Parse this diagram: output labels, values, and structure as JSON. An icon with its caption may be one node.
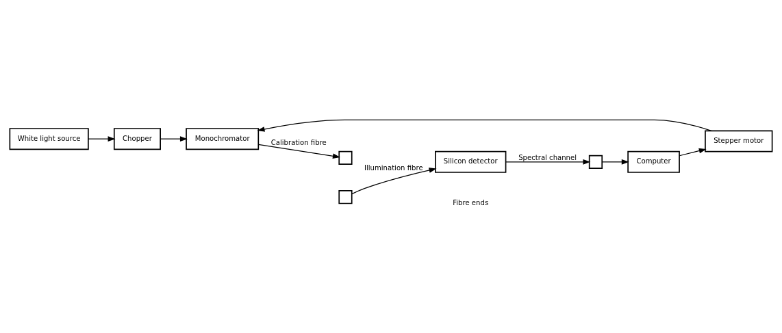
{
  "diagram": {
    "nodes": [
      {
        "text": [
          "White light source"
        ]
      },
      {
        "text": [
          "Chopper"
        ]
      },
      {
        "text": [],
        "shape": "box"
      },
      {
        "text": [
          "Computer"
        ]
      },
      {
        "text": [
          "Stepper motor"
        ]
      },
      {
        "text": [
          "Monochromator"
        ]
      },
      {
        "text": [
          "Silicon detector"
        ]
      },
      {
        "text": [],
        "shape": "box"
      },
      {
        "text": [],
        "shape": "box"
      }
    ],
    "edges": [
      {
        "from": 0,
        "to": 1,
        "arrow": "to"
      },
      {
        "from": 1,
        "to": 5,
        "arrow": "to"
      },
      {
        "from": 2,
        "to": 3,
        "arrow": "to"
      },
      {
        "from": 3,
        "to": 4,
        "arrow": "to"
      },
      {
        "from": 4,
        "to": 5,
        "arrow": "to"
      },
      {
        "from": 5,
        "to": 8,
        "arrow": "to",
        "label": "Calibration fibre"
      },
      {
        "from": 7,
        "to": 6,
        "arrow": "to",
        "label": "Illumination fibre"
      },
      {
        "from": 6,
        "to": 2,
        "arrow": "to",
        "label": "Spectral channel"
      }
    ],
    "labels": [
      "Fibre ends"
    ]
  }
}
